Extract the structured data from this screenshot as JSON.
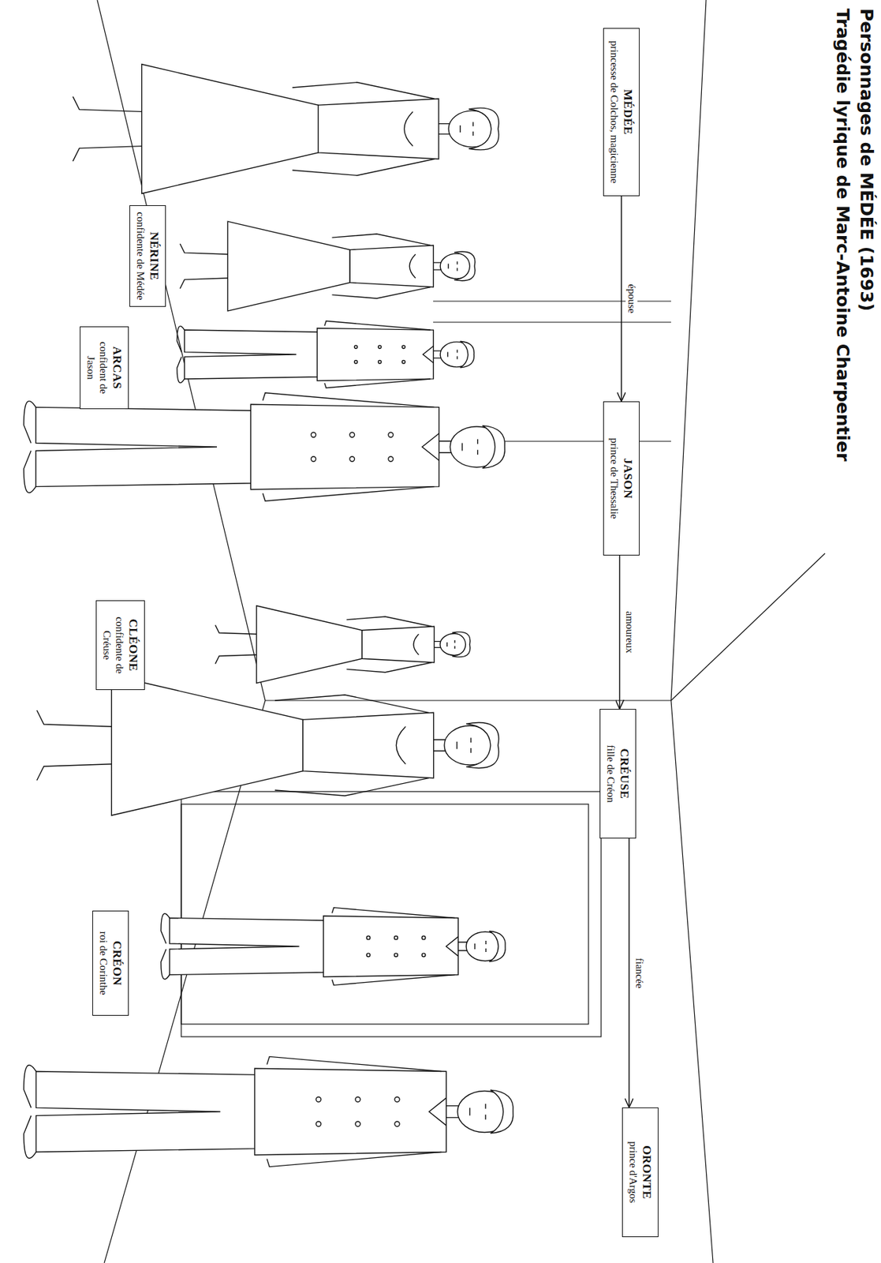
{
  "diagram": {
    "title": "Personnages de MÉDÉE (1693)",
    "nodes": [
      {
        "text": [
          "MÉDÉE",
          "princesse de Colchos, magicienne"
        ]
      },
      {
        "text": [
          "JASON",
          "prince de Thessalie"
        ]
      },
      {
        "text": [
          "CRÉUSE",
          "fille de Créon"
        ]
      },
      {
        "text": [
          "ORONTE",
          "prince d'Argos"
        ]
      },
      {
        "text": [
          "NÉRINE",
          "confidente de Médée"
        ]
      },
      {
        "text": [
          "ARCAS",
          "confident de Jason"
        ]
      },
      {
        "text": [
          "CLÉONE",
          "confidente de Créuse"
        ]
      },
      {
        "text": [
          "CRÉON",
          "roi de Corinthe"
        ]
      }
    ],
    "edges": [
      {
        "from": 0,
        "to": 1,
        "arrow": "to",
        "label": "épouse"
      },
      {
        "from": 1,
        "to": 2,
        "arrow": "to",
        "label": "amoureux"
      },
      {
        "from": 2,
        "to": 3,
        "arrow": "to",
        "label": "fiancée"
      }
    ],
    "labels": [
      "Tragédie lyrique de Marc-Antoine Charpentier"
    ]
  }
}
